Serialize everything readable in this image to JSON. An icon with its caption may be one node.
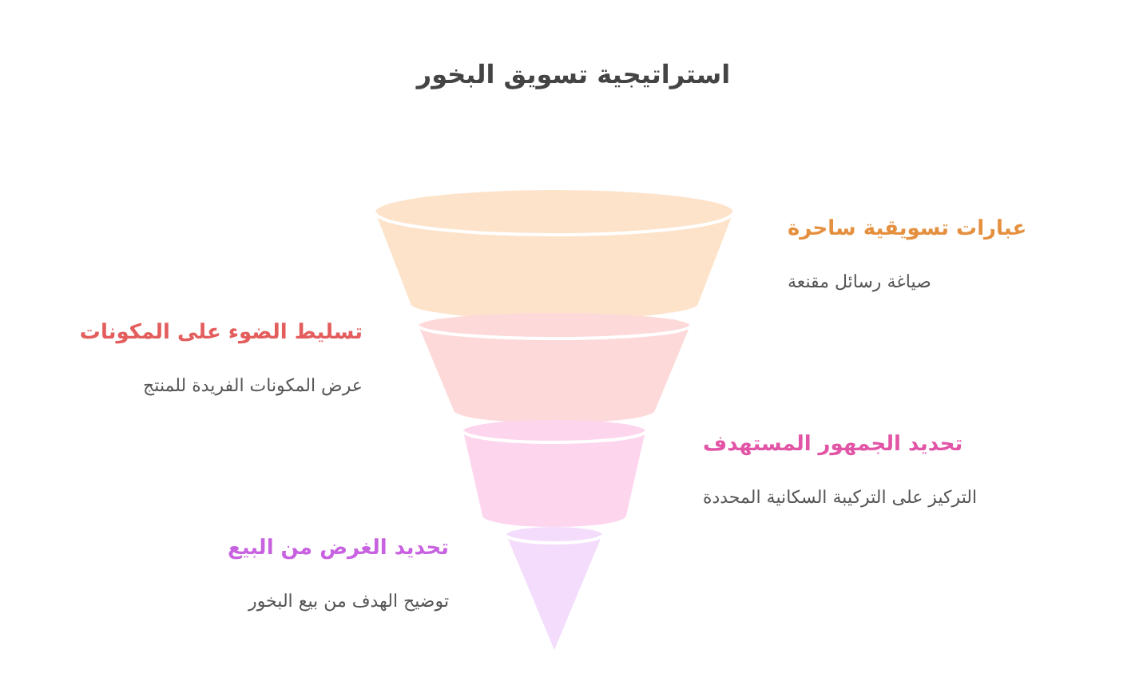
{
  "diagram": {
    "title": "استراتيجية تسويق البخور",
    "nodes": [
      {
        "text": [],
        "shape": "trapezoid"
      },
      {
        "text": [],
        "shape": "trapezoid"
      },
      {
        "text": [],
        "shape": "trapezoid"
      },
      {
        "text": [],
        "shape": "triangle"
      }
    ],
    "labels": [
      "عبارات تسويقية ساحرة",
      "صياغة رسائل مقنعة",
      "تسليط الضوء على المكونات",
      "عرض المكونات الفريدة للمنتج",
      "تحديد الجمهور المستهدف",
      "التركيز على التركيبة السكانية المحددة",
      "تحديد الغرض من البيع",
      "توضيح الهدف من بيع البخور"
    ]
  }
}
